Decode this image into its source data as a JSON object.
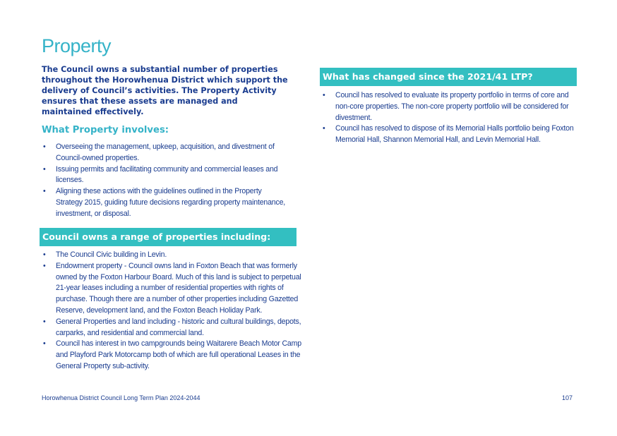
{
  "page": {
    "title": "Property",
    "intro": "The Council owns a substantial number of properties throughout the Horowhenua District which support the delivery of Council’s activities. The Property Activity ensures that these assets are managed and maintained effectively."
  },
  "involves": {
    "heading": "What Property involves:",
    "items": [
      "Overseeing the management, upkeep, acquisition, and divestment of Council-owned properties.",
      "Issuing permits and facilitating community and commercial leases and licenses.",
      "Aligning these actions with the guidelines outlined in the Property Strategy 2015, guiding future decisions regarding property maintenance, investment, or disposal."
    ]
  },
  "properties": {
    "heading": "Council owns a range of properties including:",
    "items": [
      "The Council Civic building in Levin.",
      "Endowment property - Council owns land in Foxton Beach that was formerly owned by the Foxton Harbour Board. Much of this land is subject to perpetual 21-year leases including a number of residential properties with rights of purchase. Though there are a number of other properties including Gazetted Reserve, development land, and the Foxton Beach Holiday Park.",
      "General Properties and land including - historic and cultural buildings, depots, carparks, and residential and commercial land.",
      "Council has interest in two campgrounds being Waitarere Beach Motor Camp and Playford Park Motorcamp both of which are full operational Leases in the General Property sub-activity."
    ]
  },
  "changed": {
    "heading": "What has changed since the 2021/41 LTP?",
    "items": [
      "Council has resolved to evaluate its property portfolio in terms of core and non-core properties. The non-core property portfolio will be considered for divestment.",
      "Council has resolved to dispose of its Memorial Halls portfolio being Foxton Memorial Hall, Shannon Memorial Hall, and Levin Memorial Hall."
    ]
  },
  "footer": {
    "left": "Horowhenua District Council Long Term Plan 2024-2044",
    "page_number": "107"
  },
  "colors": {
    "title_teal": "#35b3c8",
    "banner_teal": "#33bfc1",
    "body_navy": "#1a3c8f"
  }
}
